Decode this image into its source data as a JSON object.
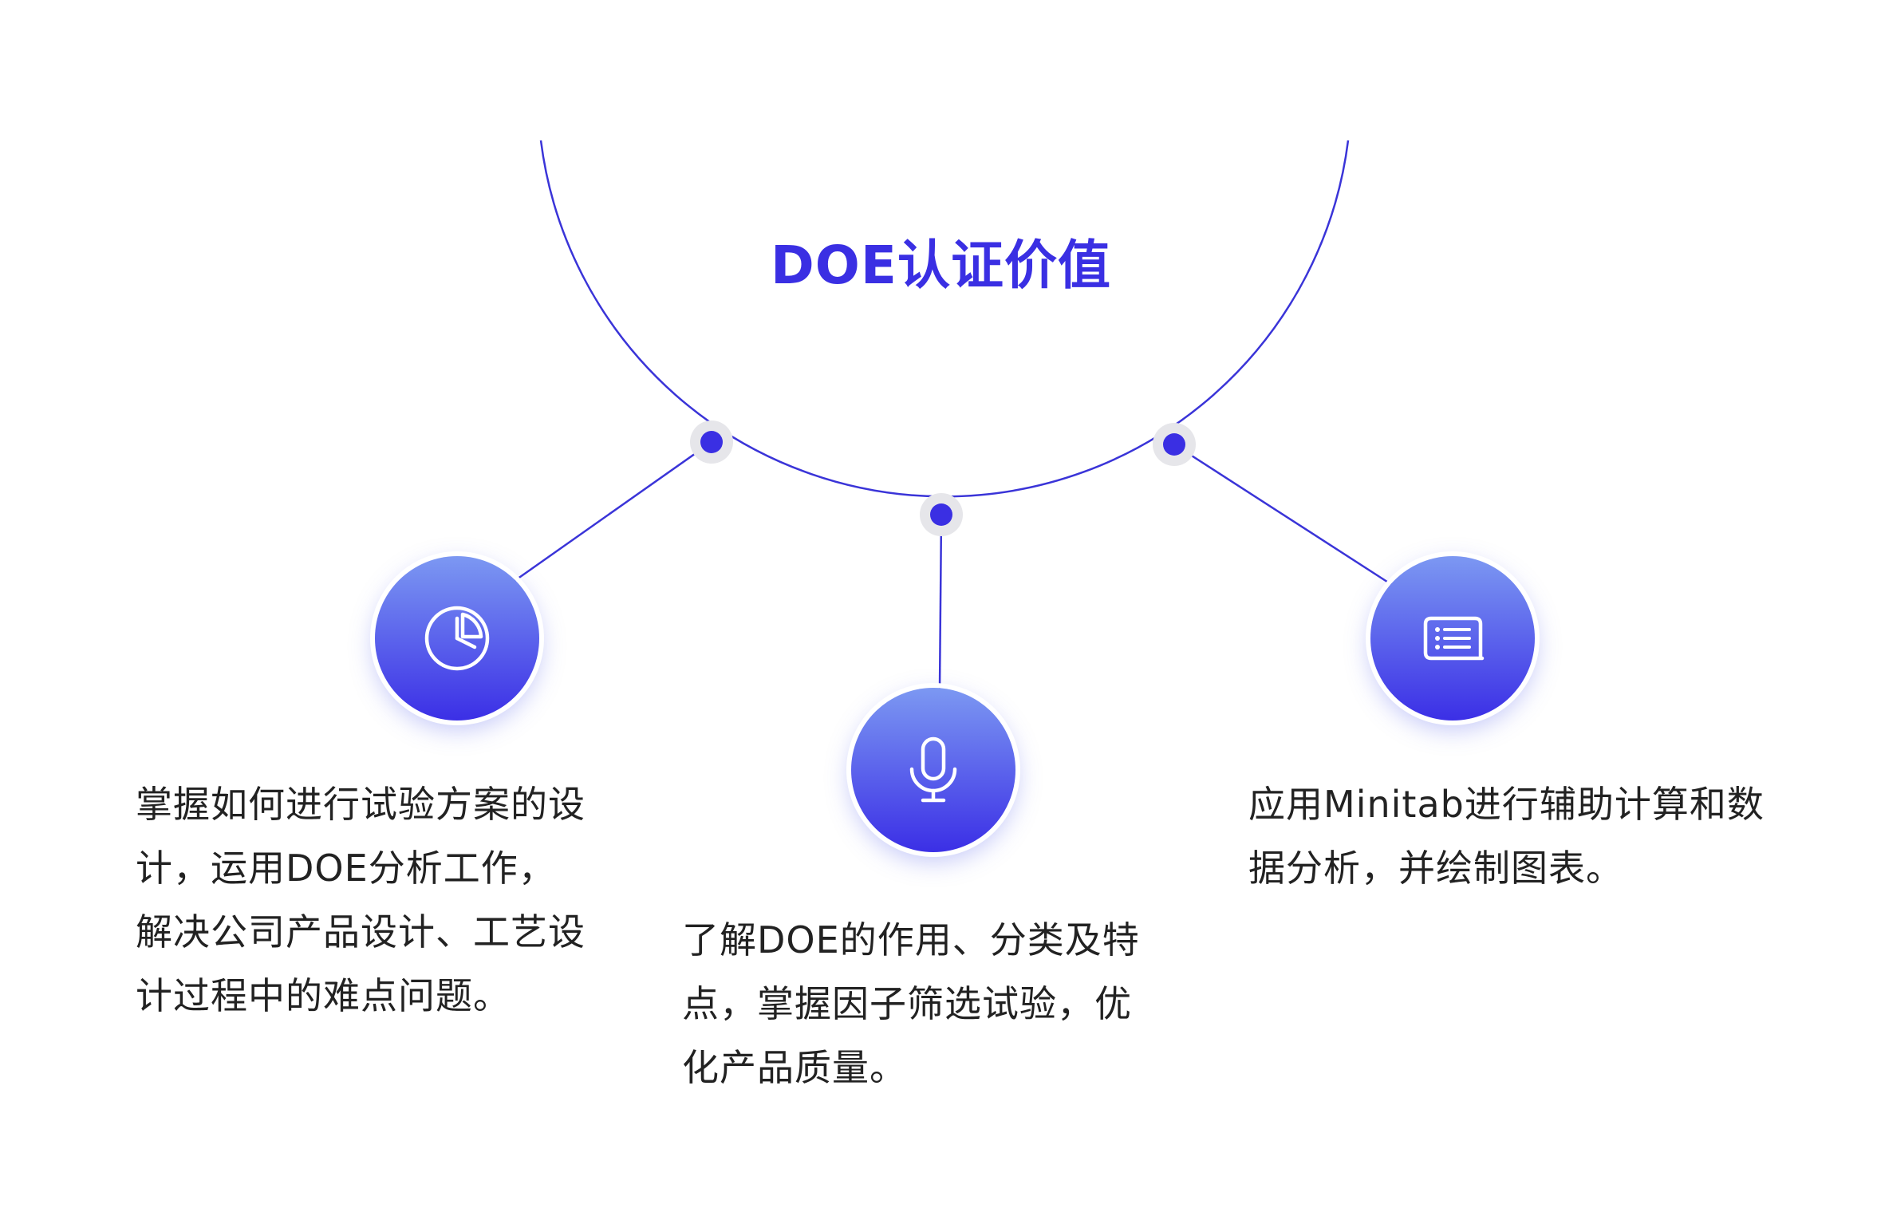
{
  "title": "DOE认证价值",
  "colors": {
    "accent": "#3a2fe3",
    "line": "#3a34d8",
    "dot_halo": "#e6e6ea",
    "node_top": "#7c98f2",
    "node_bottom": "#3b2fe6",
    "text": "#222222"
  },
  "items": [
    {
      "icon": "pie-chart-icon",
      "lines": [
        "掌握如何进行试验方案的设",
        "计，运用DOE分析工作，",
        "解决公司产品设计、工艺设",
        "计过程中的难点问题。"
      ]
    },
    {
      "icon": "microphone-icon",
      "lines": [
        "了解DOE的作用、分类及特",
        "点，掌握因子筛选试验，优",
        "化产品质量。"
      ]
    },
    {
      "icon": "list-document-icon",
      "lines": [
        "应用Minitab进行辅助计算和数",
        "据分析，并绘制图表。"
      ]
    }
  ]
}
